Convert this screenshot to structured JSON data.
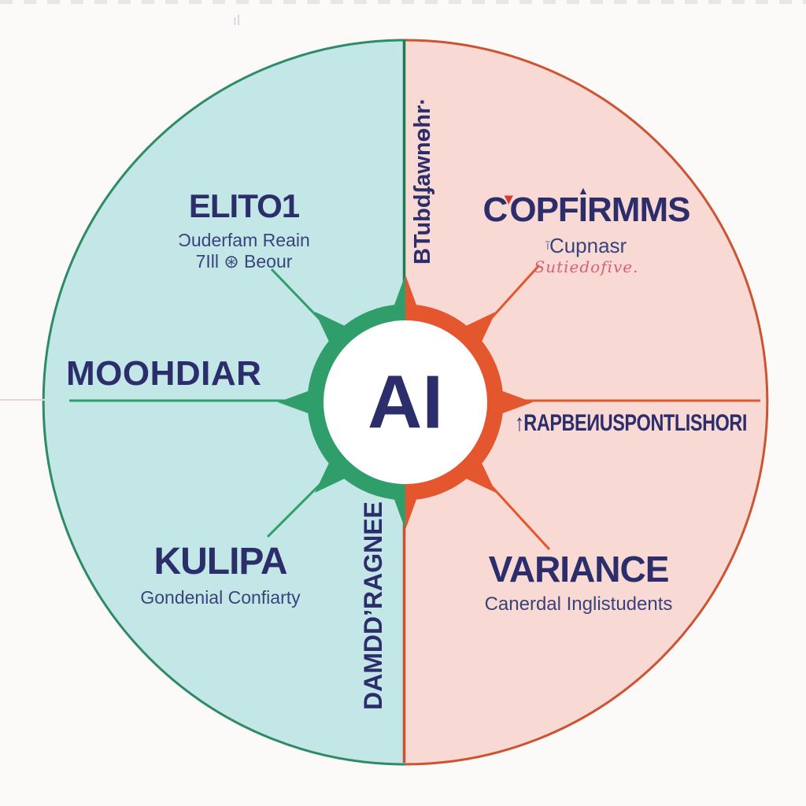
{
  "colors": {
    "background": "#fbfaf8",
    "left_fill": "#c3e6e7",
    "right_fill": "#f8d9d3",
    "left_ring": "#2f9e6a",
    "right_ring": "#e4562e",
    "left_edge": "#2f8a66",
    "right_edge": "#cc5432",
    "divider_top": "#1e7c55",
    "divider_bottom": "#d04e2a",
    "navy": "#2b2e6a",
    "sub_navy": "#39437c",
    "script_pink": "#d96177",
    "mark_red": "#d63a30",
    "faint_line": "#e7d6cf",
    "artifact": "#d6d5d2",
    "smudge": "#c4c8d6"
  },
  "center": {
    "label": "AI"
  },
  "top_left": {
    "title": "ELITO1",
    "line1": "Ɔuderfam Reain",
    "line2": "7Ill ⊛ Beour"
  },
  "mid_left": {
    "title": "MOOHDIAR"
  },
  "bottom_left": {
    "title": "KULIPA",
    "subtitle": "Gondenial Confiarty"
  },
  "top_right": {
    "t1": "C",
    "mark": "▾",
    "t2": "OPF",
    "cap": "▲",
    "stem": "I",
    "t3": "RMMS",
    "subtitle_mark": "ĩ",
    "subtitle": "Cupnasr",
    "script": "Sutiedofive."
  },
  "mid_right": {
    "arrow": "↑",
    "title": "RAPBEИUSPONTLISHORI"
  },
  "bottom_right": {
    "title": "VARIANCE",
    "subtitle": "Canerdal Inglistudents"
  },
  "vertical_top": {
    "label": "BTubdʄawnɵhr·"
  },
  "vertical_bottom": {
    "label": "DAMDDʼRAGNEE"
  },
  "artifacts": {
    "smudge": "ıl"
  }
}
